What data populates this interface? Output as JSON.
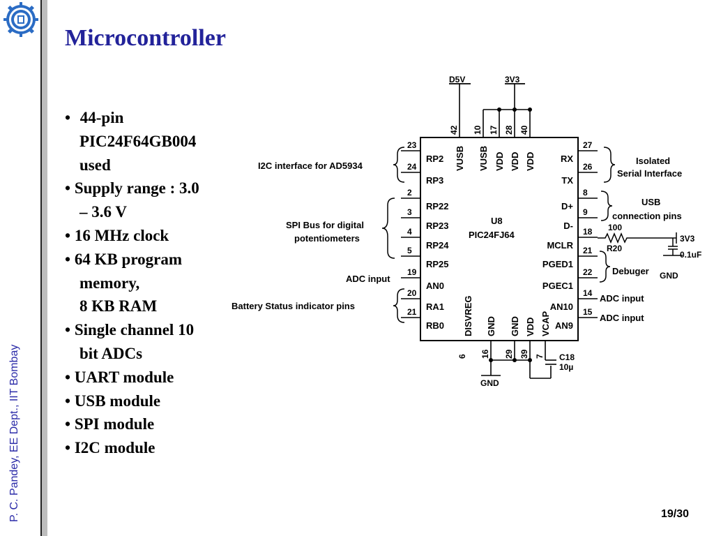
{
  "slide": {
    "title": "Microcontroller",
    "footer_author": "P. C. Pandey, EE Dept., IIT Bombay",
    "page_number": "19/30"
  },
  "bullets": [
    {
      "text": "44-pin\nPIC24F64GB004\nused",
      "indent": true
    },
    {
      "text": "Supply range : 3.0\n– 3.6 V",
      "indent": false
    },
    {
      "text": "16 MHz clock",
      "indent": false
    },
    {
      "text": "64 KB program\nmemory,\n8 KB RAM",
      "indent": false
    },
    {
      "text": "Single channel 10\nbit  ADCs",
      "indent": false
    },
    {
      "text": "UART module",
      "indent": false
    },
    {
      "text": "USB module",
      "indent": false
    },
    {
      "text": "SPI module",
      "indent": false
    },
    {
      "text": "I2C module",
      "indent": false
    }
  ],
  "schematic": {
    "chip_ref": "U8",
    "chip_part": "PIC24FJ64",
    "power_labels": {
      "d5v": "D5V",
      "v3v3": "3V3",
      "gnd": "GND"
    },
    "top_pins": [
      {
        "num": "42",
        "name": "VUSB"
      },
      {
        "num": "10",
        "name": "VUSB"
      },
      {
        "num": "17",
        "name": "VDD"
      },
      {
        "num": "28",
        "name": "VDD"
      },
      {
        "num": "40",
        "name": "VDD"
      }
    ],
    "left_pins": [
      {
        "num": "23",
        "name": "RP2"
      },
      {
        "num": "24",
        "name": "RP3"
      },
      {
        "num": "2",
        "name": "RP22"
      },
      {
        "num": "3",
        "name": "RP23"
      },
      {
        "num": "4",
        "name": "RP24"
      },
      {
        "num": "5",
        "name": "RP25"
      },
      {
        "num": "19",
        "name": "AN0"
      },
      {
        "num": "20",
        "name": "RA1"
      },
      {
        "num": "21",
        "name": "RB0"
      }
    ],
    "right_pins": [
      {
        "num": "27",
        "name": "RX"
      },
      {
        "num": "26",
        "name": "TX"
      },
      {
        "num": "8",
        "name": "D+"
      },
      {
        "num": "9",
        "name": "D-"
      },
      {
        "num": "18",
        "name": "MCLR"
      },
      {
        "num": "21",
        "name": "PGED1"
      },
      {
        "num": "22",
        "name": "PGEC1"
      },
      {
        "num": "14",
        "name": "AN10"
      },
      {
        "num": "15",
        "name": "AN9"
      }
    ],
    "bottom_pins": [
      {
        "num": "6",
        "name": "DISVREG"
      },
      {
        "num": "16",
        "name": "GND"
      },
      {
        "num": "29",
        "name": "GND"
      },
      {
        "num": "39",
        "name": "VDD"
      },
      {
        "num": "7",
        "name": "VCAP"
      }
    ],
    "left_annotations": {
      "i2c": "I2C interface for AD5934",
      "spi_line1": "SPI Bus for digital",
      "spi_line2": "potentiometers",
      "adc": "ADC input",
      "battery": "Battery Status indicator pins"
    },
    "right_annotations": {
      "serial_line1": "Isolated",
      "serial_line2": "Serial Interface",
      "usb_line1": "USB",
      "usb_line2": "connection pins",
      "debugger": "Debuger",
      "adc1": "ADC input",
      "adc2": "ADC input"
    },
    "components": {
      "r20_value": "100",
      "r20_ref": "R20",
      "c_value": "0.1uF",
      "c18_ref": "C18",
      "c18_value": "10µ"
    }
  }
}
